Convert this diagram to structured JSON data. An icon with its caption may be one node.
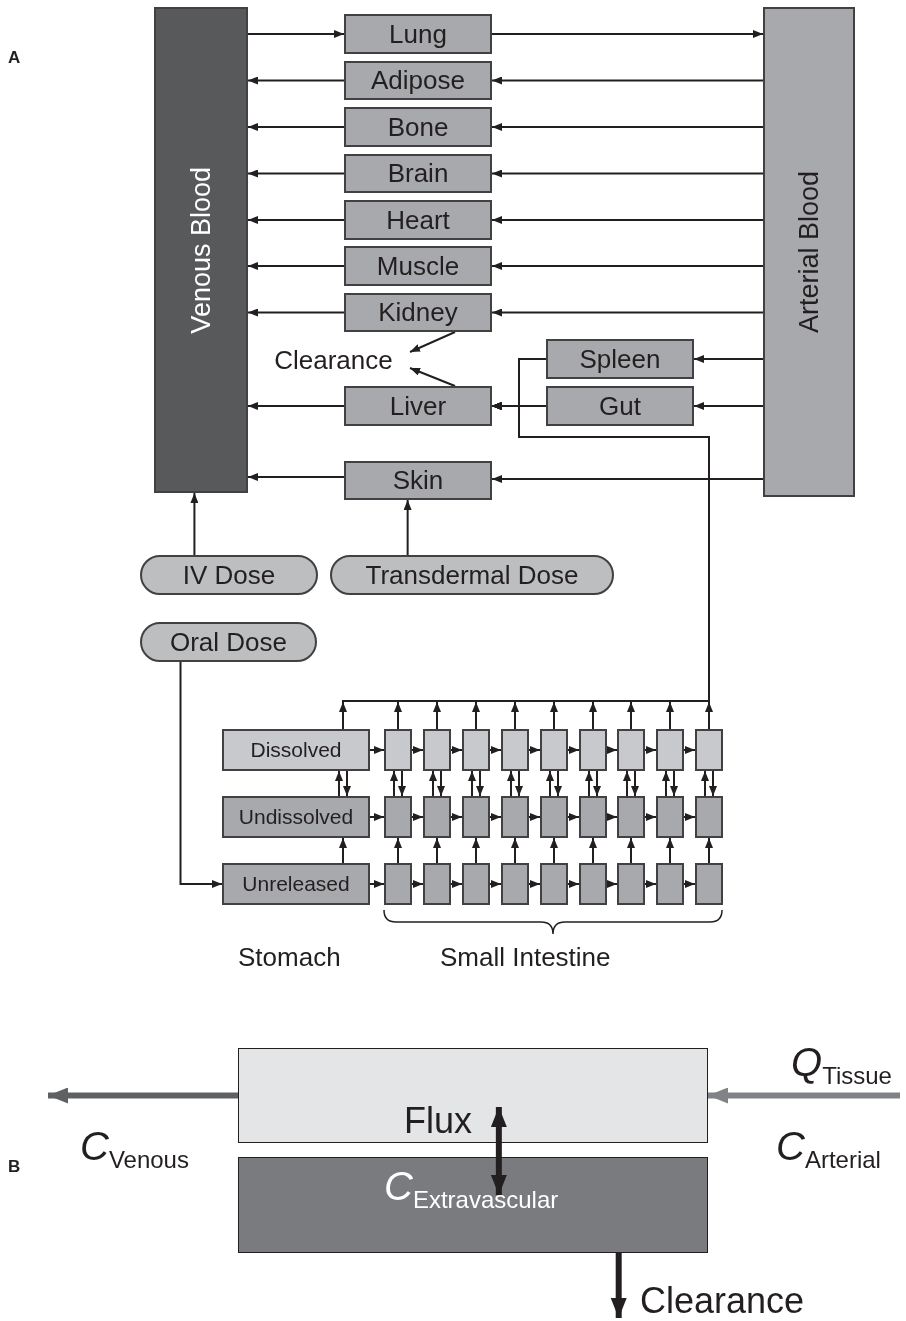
{
  "diagram": {
    "nodes": [
      {
        "text": [
          "Venous Blood"
        ]
      },
      {
        "text": [
          "Arterial Blood"
        ]
      },
      {
        "text": [
          "Lung"
        ]
      },
      {
        "text": [
          "Adipose"
        ]
      },
      {
        "text": [
          "Bone"
        ]
      },
      {
        "text": [
          "Brain"
        ]
      },
      {
        "text": [
          "Heart"
        ]
      },
      {
        "text": [
          "Muscle"
        ]
      },
      {
        "text": [
          "Kidney"
        ]
      },
      {
        "text": [
          "Clearance"
        ]
      },
      {
        "text": [
          "Spleen"
        ]
      },
      {
        "text": [
          "Liver"
        ]
      },
      {
        "text": [
          "Gut"
        ]
      },
      {
        "text": [
          "Skin"
        ]
      },
      {
        "text": [
          "IV Dose"
        ]
      },
      {
        "text": [
          "Transdermal Dose"
        ]
      },
      {
        "text": [
          "Oral Dose"
        ]
      },
      {
        "text": [
          "Dissolved"
        ]
      },
      {
        "text": [],
        "shape": "box"
      },
      {
        "text": [],
        "shape": "box"
      },
      {
        "text": [],
        "shape": "box"
      },
      {
        "text": [],
        "shape": "box"
      },
      {
        "text": [],
        "shape": "box"
      },
      {
        "text": [],
        "shape": "box"
      },
      {
        "text": [],
        "shape": "box"
      },
      {
        "text": [],
        "shape": "box"
      },
      {
        "text": [],
        "shape": "box"
      },
      {
        "text": [
          "Undissolved"
        ]
      },
      {
        "text": [],
        "shape": "box"
      },
      {
        "text": [],
        "shape": "box"
      },
      {
        "text": [],
        "shape": "box"
      },
      {
        "text": [],
        "shape": "box"
      },
      {
        "text": [],
        "shape": "box"
      },
      {
        "text": [],
        "shape": "box"
      },
      {
        "text": [],
        "shape": "box"
      },
      {
        "text": [],
        "shape": "box"
      },
      {
        "text": [],
        "shape": "box"
      },
      {
        "text": [
          "Unreleased"
        ]
      },
      {
        "text": [],
        "shape": "box"
      },
      {
        "text": [],
        "shape": "box"
      },
      {
        "text": [],
        "shape": "box"
      },
      {
        "text": [],
        "shape": "box"
      },
      {
        "text": [],
        "shape": "box"
      },
      {
        "text": [],
        "shape": "box"
      },
      {
        "text": [],
        "shape": "box"
      },
      {
        "text": [],
        "shape": "box"
      },
      {
        "text": [],
        "shape": "box"
      },
      {
        "text": [],
        "shape": "box"
      },
      {
        "text": [
          "*C*$_{Extravascular}$"
        ]
      }
    ],
    "edges": [
      {
        "from": 0,
        "to": 2,
        "arrow": "to"
      },
      {
        "from": 2,
        "to": 1,
        "arrow": "to"
      },
      {
        "from": 1,
        "to": 3,
        "arrow": "to"
      },
      {
        "from": 1,
        "to": 4,
        "arrow": "to"
      },
      {
        "from": 1,
        "to": 5,
        "arrow": "to"
      },
      {
        "from": 1,
        "to": 6,
        "arrow": "to"
      },
      {
        "from": 1,
        "to": 7,
        "arrow": "to"
      },
      {
        "from": 1,
        "to": 8,
        "arrow": "to"
      },
      {
        "from": 3,
        "to": 0,
        "arrow": "to"
      },
      {
        "from": 4,
        "to": 0,
        "arrow": "to"
      },
      {
        "from": 5,
        "to": 0,
        "arrow": "to"
      },
      {
        "from": 6,
        "to": 0,
        "arrow": "to"
      },
      {
        "from": 7,
        "to": 0,
        "arrow": "to"
      },
      {
        "from": 8,
        "to": 0,
        "arrow": "to"
      },
      {
        "from": 8,
        "to": 9,
        "arrow": "to"
      },
      {
        "from": 11,
        "to": 9,
        "arrow": "to"
      },
      {
        "from": 1,
        "to": 10,
        "arrow": "to"
      },
      {
        "from": 1,
        "to": 12,
        "arrow": "to"
      },
      {
        "from": 10,
        "to": 11,
        "arrow": "to"
      },
      {
        "from": 12,
        "to": 11,
        "arrow": "to"
      },
      {
        "from": 11,
        "to": 0,
        "arrow": "to"
      },
      {
        "from": 1,
        "to": 13,
        "arrow": "to"
      },
      {
        "from": 13,
        "to": 0,
        "arrow": "to"
      },
      {
        "from": 14,
        "to": 0,
        "arrow": "to"
      },
      {
        "from": 15,
        "to": 13,
        "arrow": "to"
      },
      {
        "from": 16,
        "to": 37,
        "arrow": "to"
      },
      {
        "from": 17,
        "to": 18,
        "arrow": "to"
      },
      {
        "from": 18,
        "to": 19,
        "arrow": "to"
      },
      {
        "from": 19,
        "to": 20,
        "arrow": "to"
      },
      {
        "from": 20,
        "to": 21,
        "arrow": "to"
      },
      {
        "from": 21,
        "to": 22,
        "arrow": "to"
      },
      {
        "from": 22,
        "to": 23,
        "arrow": "to"
      },
      {
        "from": 23,
        "to": 24,
        "arrow": "to"
      },
      {
        "from": 24,
        "to": 25,
        "arrow": "to"
      },
      {
        "from": 25,
        "to": 26,
        "arrow": "to"
      },
      {
        "from": 27,
        "to": 28,
        "arrow": "to"
      },
      {
        "from": 28,
        "to": 29,
        "arrow": "to"
      },
      {
        "from": 29,
        "to": 30,
        "arrow": "to"
      },
      {
        "from": 30,
        "to": 31,
        "arrow": "to"
      },
      {
        "from": 31,
        "to": 32,
        "arrow": "to"
      },
      {
        "from": 32,
        "to": 33,
        "arrow": "to"
      },
      {
        "from": 33,
        "to": 34,
        "arrow": "to"
      },
      {
        "from": 34,
        "to": 35,
        "arrow": "to"
      },
      {
        "from": 35,
        "to": 36,
        "arrow": "to"
      },
      {
        "from": 37,
        "to": 38,
        "arrow": "to"
      },
      {
        "from": 38,
        "to": 39,
        "arrow": "to"
      },
      {
        "from": 39,
        "to": 40,
        "arrow": "to"
      },
      {
        "from": 40,
        "to": 41,
        "arrow": "to"
      },
      {
        "from": 41,
        "to": 42,
        "arrow": "to"
      },
      {
        "from": 42,
        "to": 43,
        "arrow": "to"
      },
      {
        "from": 43,
        "to": 44,
        "arrow": "to"
      },
      {
        "from": 44,
        "to": 45,
        "arrow": "to"
      },
      {
        "from": 45,
        "to": 46,
        "arrow": "to"
      },
      {
        "from": 37,
        "to": 27,
        "arrow": "to"
      },
      {
        "from": 27,
        "to": 17,
        "arrow": "to"
      },
      {
        "from": 17,
        "to": 27,
        "arrow": "to"
      },
      {
        "from": 38,
        "to": 28,
        "arrow": "to"
      },
      {
        "from": 28,
        "to": 18,
        "arrow": "to"
      },
      {
        "from": 18,
        "to": 28,
        "arrow": "to"
      },
      {
        "from": 39,
        "to": 29,
        "arrow": "to"
      },
      {
        "from": 29,
        "to": 19,
        "arrow": "to"
      },
      {
        "from": 19,
        "to": 29,
        "arrow": "to"
      },
      {
        "from": 40,
        "to": 30,
        "arrow": "to"
      },
      {
        "from": 30,
        "to": 20,
        "arrow": "to"
      },
      {
        "from": 20,
        "to": 30,
        "arrow": "to"
      },
      {
        "from": 41,
        "to": 31,
        "arrow": "to"
      },
      {
        "from": 31,
        "to": 21,
        "arrow": "to"
      },
      {
        "from": 21,
        "to": 31,
        "arrow": "to"
      },
      {
        "from": 42,
        "to": 32,
        "arrow": "to"
      },
      {
        "from": 32,
        "to": 22,
        "arrow": "to"
      },
      {
        "from": 22,
        "to": 32,
        "arrow": "to"
      },
      {
        "from": 43,
        "to": 33,
        "arrow": "to"
      },
      {
        "from": 33,
        "to": 23,
        "arrow": "to"
      },
      {
        "from": 23,
        "to": 33,
        "arrow": "to"
      },
      {
        "from": 44,
        "to": 34,
        "arrow": "to"
      },
      {
        "from": 34,
        "to": 24,
        "arrow": "to"
      },
      {
        "from": 24,
        "to": 34,
        "arrow": "to"
      },
      {
        "from": 45,
        "to": 35,
        "arrow": "to"
      },
      {
        "from": 35,
        "to": 25,
        "arrow": "to"
      },
      {
        "from": 25,
        "to": 35,
        "arrow": "to"
      },
      {
        "from": 46,
        "to": 36,
        "arrow": "to"
      },
      {
        "from": 36,
        "to": 26,
        "arrow": "to"
      },
      {
        "from": 26,
        "to": 36,
        "arrow": "to"
      },
      {
        "from": 17,
        "to": 11,
        "arrow": "to"
      },
      {
        "from": 18,
        "to": 11,
        "arrow": "to"
      },
      {
        "from": 19,
        "to": 11,
        "arrow": "to"
      },
      {
        "from": 20,
        "to": 11,
        "arrow": "to"
      },
      {
        "from": 21,
        "to": 11,
        "arrow": "to"
      },
      {
        "from": 22,
        "to": 11,
        "arrow": "to"
      },
      {
        "from": 23,
        "to": 11,
        "arrow": "to"
      },
      {
        "from": 24,
        "to": 11,
        "arrow": "to"
      },
      {
        "from": 25,
        "to": 11,
        "arrow": "to"
      },
      {
        "from": 26,
        "to": 11,
        "arrow": "to"
      },
      {
        "from": 47,
        "to": null,
        "arrow": "to",
        "style": "thick",
        "color": "#5f6062"
      },
      {
        "from": null,
        "to": 47,
        "arrow": "to",
        "style": "thick",
        "color": "#808285"
      },
      {
        "from": 48,
        "to": null,
        "arrow": "to",
        "style": "thick"
      },
      {
        "from": 47,
        "to": 48,
        "arrow": "both",
        "style": "thick"
      }
    ],
    "labels": [
      "A",
      "Stomach",
      "Small Intestine",
      "*Q*$_{Tissue}$",
      "B",
      "*C*$_{Venous}$",
      "Flux",
      "*C*$_{Arterial}$",
      "Clearance"
    ]
  }
}
